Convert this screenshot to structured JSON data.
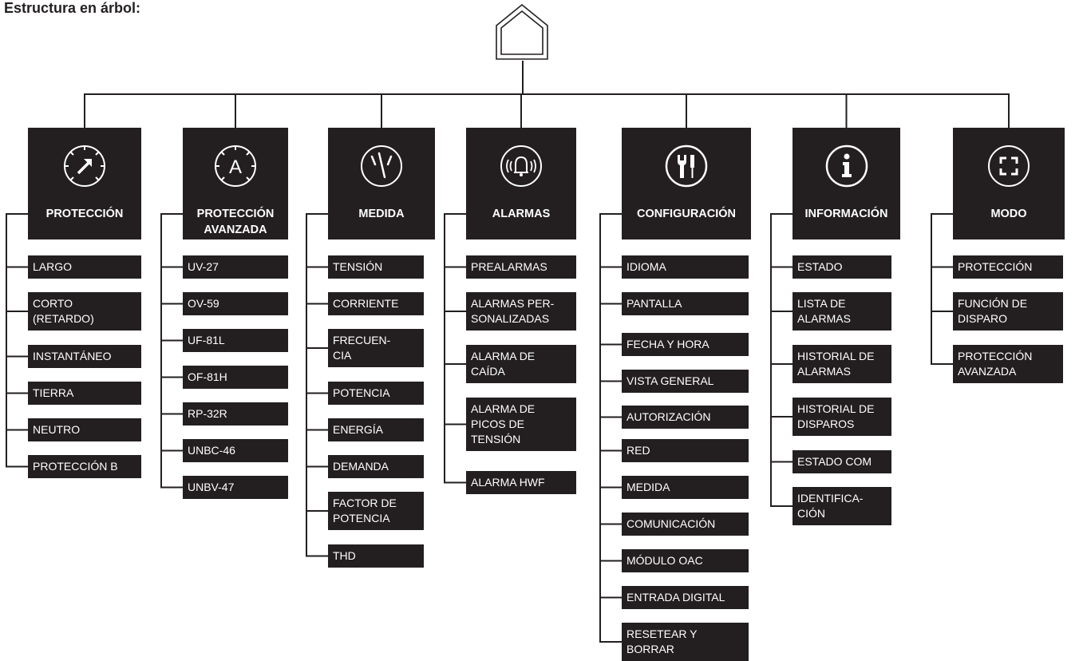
{
  "title": "Estructura en árbol:",
  "root_icon": "home-outline-icon",
  "colors": {
    "box": "#231f20",
    "text": "#ffffff",
    "line": "#231f20"
  },
  "categories": [
    {
      "label": "PROTECCIÓN",
      "icon": "gauge-arrow-icon",
      "items": [
        "LARGO",
        "CORTO\n(RETARDO)",
        "INSTANTÁNEO",
        "TIERRA",
        "NEUTRO",
        "PROTECCIÓN B"
      ]
    },
    {
      "label": "PROTECCIÓN\nAVANZADA",
      "icon": "gauge-a-icon",
      "items": [
        "UV-27",
        "OV-59",
        "UF-81L",
        "OF-81H",
        "RP-32R",
        "UNBC-46",
        "UNBV-47"
      ]
    },
    {
      "label": "MEDIDA",
      "icon": "meter-icon",
      "items": [
        "TENSIÓN",
        "CORRIENTE",
        "FRECUEN-\nCIA",
        "POTENCIA",
        "ENERGÍA",
        "DEMANDA",
        "FACTOR DE\nPOTENCIA",
        "THD"
      ]
    },
    {
      "label": "ALARMAS",
      "icon": "bell-ringing-icon",
      "items": [
        "PREALARMAS",
        "ALARMAS PER-\nSONALIZADAS",
        "ALARMA DE\nCAÍDA",
        "ALARMA DE\nPICOS DE\nTENSIÓN",
        "ALARMA HWF"
      ]
    },
    {
      "label": "CONFIGURACIÓN",
      "icon": "tools-icon",
      "items": [
        "IDIOMA",
        "PANTALLA",
        "FECHA Y HORA",
        "VISTA GENERAL",
        "AUTORIZACIÓN",
        "RED",
        "MEDIDA",
        "COMUNICACIÓN",
        "MÓDULO OAC",
        "ENTRADA DIGITAL",
        "RESETEAR Y\nBORRAR"
      ]
    },
    {
      "label": "INFORMACIÓN",
      "icon": "info-icon",
      "items": [
        "ESTADO",
        "LISTA DE\nALARMAS",
        "HISTORIAL DE\nALARMAS",
        "HISTORIAL DE\nDISPAROS",
        "ESTADO COM",
        "IDENTIFICA-\nCIÓN"
      ]
    },
    {
      "label": "MODO",
      "icon": "mode-frame-icon",
      "items": [
        "PROTECCIÓN",
        "FUNCIÓN DE\nDISPARO",
        "PROTECCIÓN\nAVANZADA"
      ]
    }
  ]
}
